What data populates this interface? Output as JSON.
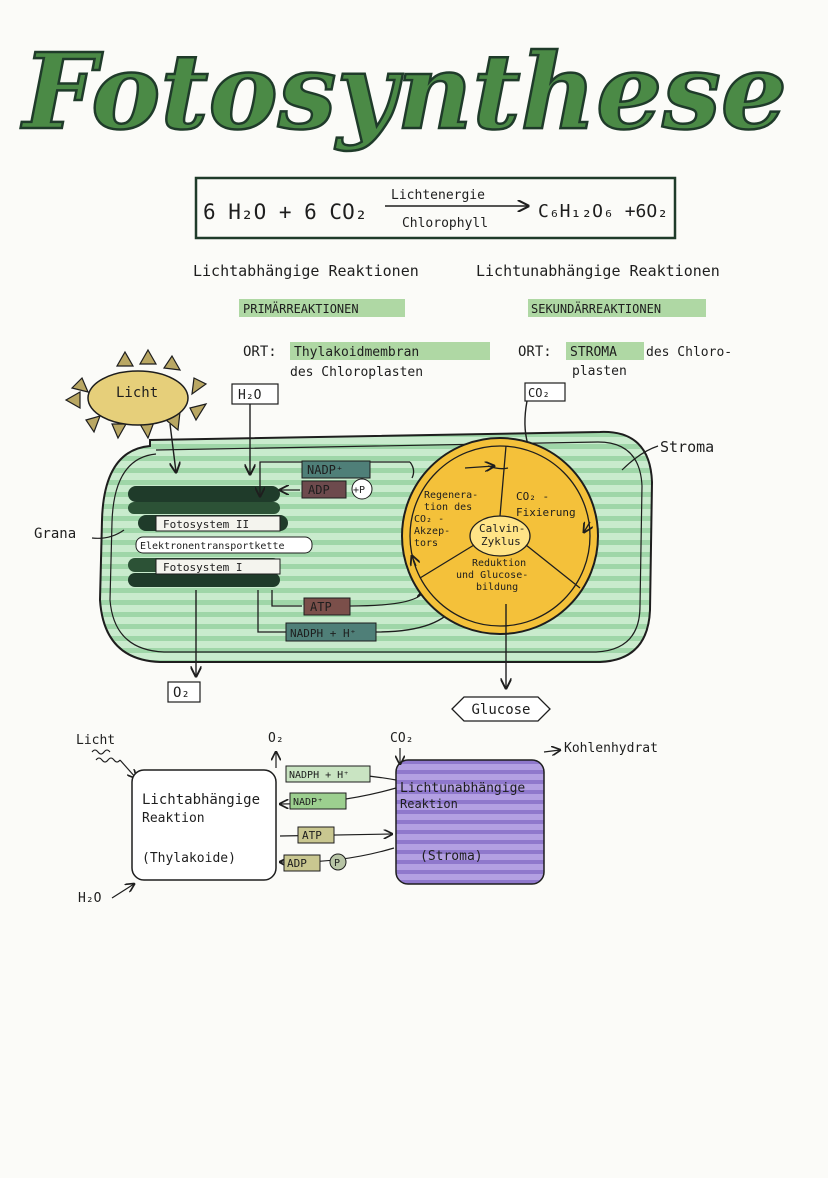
{
  "title": "Fotosynthese",
  "equation": {
    "left": "6 H₂O  +  6 CO₂",
    "above_arrow": "Lichtenergie",
    "below_arrow": "Chlorophyll",
    "right": "C₆H₁₂O₆ +6O₂"
  },
  "columns": {
    "left": {
      "heading": "Lichtabhängige Reaktionen",
      "subheading": "PRIMÄRREAKTIONEN",
      "place_label": "ORT:",
      "place_highlight": "Thylakoidmembran",
      "place_rest": "des Chloroplasten"
    },
    "right": {
      "heading": "Lichtunabhängige Reaktionen",
      "subheading": "SEKUNDÄRREAKTIONEN",
      "place_label": "ORT:",
      "place_highlight": "STROMA",
      "place_rest_1": "des Chloro-",
      "place_rest_2": "plasten"
    }
  },
  "chloroplast": {
    "sun_label": "Licht",
    "h2o_in": "H₂O",
    "co2_in": "CO₂",
    "stroma_label": "Stroma",
    "grana_label": "Grana",
    "fotosystem_2": "Fotosystem II",
    "elektronen": "Elektronentransportkette",
    "fotosystem_1": "Fotosystem I",
    "nadp": "NADP⁺",
    "adp": "ADP",
    "p": "+P",
    "atp": "ATP",
    "nadph": "NADPH + H⁺",
    "o2_out": "O₂",
    "calvin_center_1": "Calvin-",
    "calvin_center_2": "Zyklus",
    "calvin_regen_1": "Regenera-",
    "calvin_regen_2": "tion des",
    "calvin_regen_3": "CO₂ -",
    "calvin_regen_4": "Akzep-",
    "calvin_regen_5": "tors",
    "calvin_fix_1": "CO₂ -",
    "calvin_fix_2": "Fixierung",
    "calvin_red_1": "Reduktion",
    "calvin_red_2": "und Glucose-",
    "calvin_red_3": "bildung",
    "glucose": "Glucose"
  },
  "summary": {
    "licht": "Licht",
    "h2o": "H₂O",
    "o2": "O₂",
    "co2": "CO₂",
    "kohlenhydrat": "Kohlenhydrat",
    "left_box_1": "Lichtabhängige",
    "left_box_2": "Reaktion",
    "left_box_3": "(Thylakoide)",
    "right_box_1": "Lichtunabhängige",
    "right_box_2": "Reaktion",
    "right_box_3": "(Stroma)",
    "nadph": "NADPH + H⁺",
    "nadp": "NADP⁺",
    "atp": "ATP",
    "adp": "ADP",
    "p": "P"
  },
  "colors": {
    "title_green": "#3f7a3c",
    "dark_green": "#1f3b2a",
    "light_green": "#a9dcb0",
    "yellow": "#f4c13a",
    "purple": "#9d85d6",
    "teal": "#4f7f78",
    "highlight_green": "#9ccf8f",
    "khaki": "#c9c790"
  }
}
